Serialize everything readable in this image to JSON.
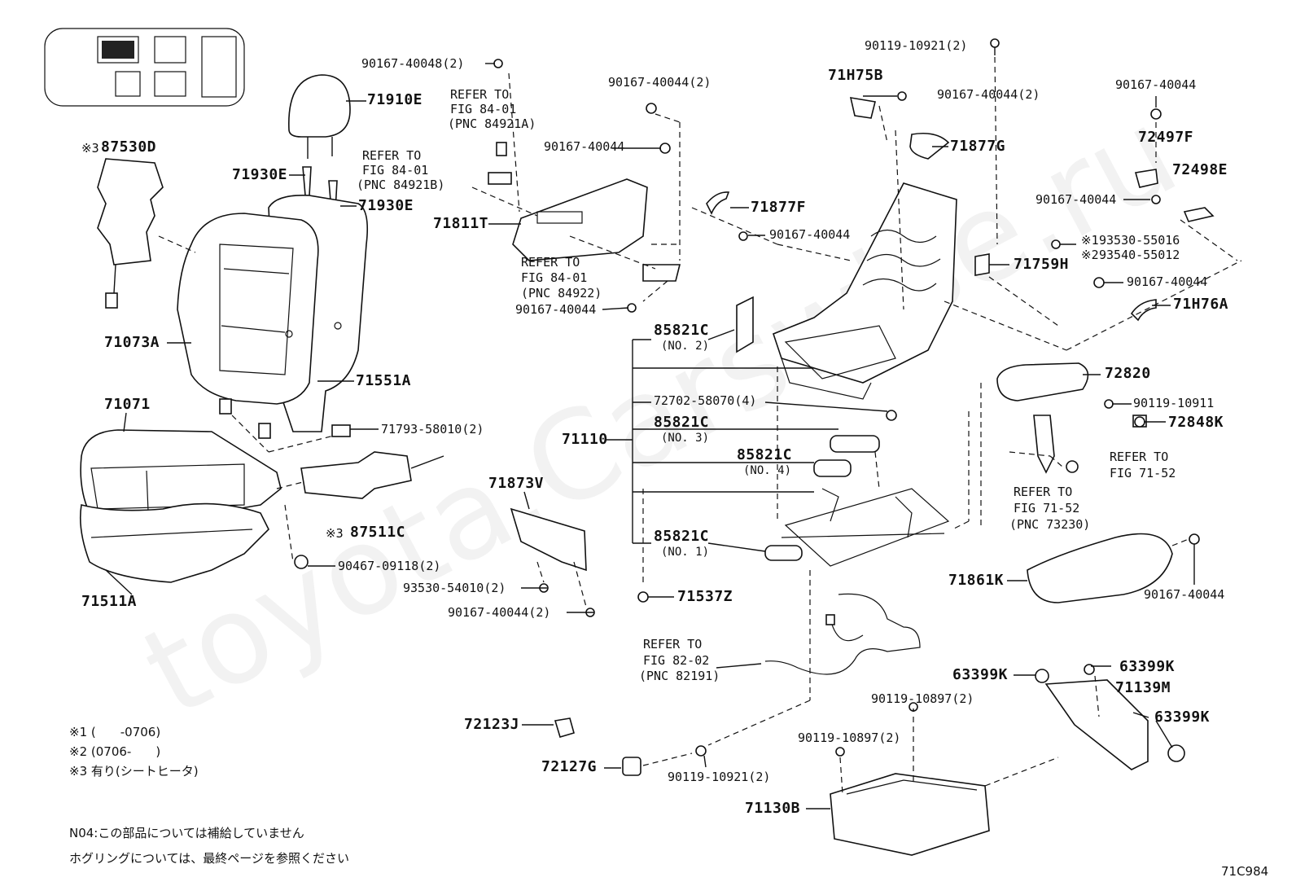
{
  "figure_id": "71C984",
  "watermark": "toyota.Carswise.ru",
  "parts": {
    "p71910E": "71910E",
    "p87530D": "87530D",
    "p87530D_mark": "※3",
    "p71930E_a": "71930E",
    "p71930E_b": "71930E",
    "p71073A": "71073A",
    "p71551A": "71551A",
    "p71071": "71071",
    "p71793": "71793-58010(2)",
    "p87511C": "87511C",
    "p87511C_mark": "※3",
    "p90467": "90467-09118(2)",
    "p71511A": "71511A",
    "p90167_40048": "90167-40048(2)",
    "ref1_l1": "REFER TO",
    "ref1_l2": "FIG 84-01",
    "ref1_l3": "(PNC 84921A)",
    "ref2_l1": "REFER TO",
    "ref2_l2": "FIG 84-01",
    "ref2_l3": "(PNC 84921B)",
    "p90167_44_a": "90167-40044(2)",
    "p90167_44_b": "90167-40044",
    "p71811T": "71811T",
    "ref3_l1": "REFER TO",
    "ref3_l2": "FIG 84-01",
    "ref3_l3": "(PNC 84922)",
    "p90167_44_c": "90167-40044",
    "p90119_10921_top": "90119-10921(2)",
    "p71H75B": "71H75B",
    "p90167_44_d": "90167-40044(2)",
    "p71877G": "71877G",
    "p71877F": "71877F",
    "p90167_44_e": "90167-40044",
    "p90167_44_f": "90167-40044",
    "p72497F": "72497F",
    "p72498E": "72498E",
    "p90167_44_g": "90167-40044",
    "p93530_55016": "93530-55016",
    "p93530_mark": "※1",
    "p93540_55012": "93540-55012",
    "p93540_mark": "※2",
    "p71759H": "71759H",
    "p90167_44_h": "90167-40044",
    "p71H76A": "71H76A",
    "p85821C_2": "85821C",
    "p85821C_2_no": "(NO. 2)",
    "p72702": "72702-58070(4)",
    "p85821C_3": "85821C",
    "p85821C_3_no": "(NO. 3)",
    "p71110": "71110",
    "p85821C_4": "85821C",
    "p85821C_4_no": "(NO. 4)",
    "p85821C_1": "85821C",
    "p85821C_1_no": "(NO. 1)",
    "p72820": "72820",
    "p90119_10911": "90119-10911",
    "p72848K": "72848K",
    "ref4_l1": "REFER TO",
    "ref4_l2": "FIG 71-52",
    "ref5_l1": "REFER TO",
    "ref5_l2": "FIG 71-52",
    "ref5_l3": "(PNC 73230)",
    "p71873V": "71873V",
    "p93530_54010": "93530-54010(2)",
    "p90167_44_i": "90167-40044(2)",
    "p71537Z": "71537Z",
    "p71861K": "71861K",
    "p90167_44_j": "90167-40044",
    "ref6_l1": "REFER TO",
    "ref6_l2": "FIG 82-02",
    "ref6_l3": "(PNC 82191)",
    "p63399K_a": "63399K",
    "p63399K_b": "63399K",
    "p71139M": "71139M",
    "p63399K_c": "63399K",
    "p90119_10897_a": "90119-10897(2)",
    "p90119_10897_b": "90119-10897(2)",
    "p72123J": "72123J",
    "p72127G": "72127G",
    "p90119_10921_b": "90119-10921(2)",
    "p71130B": "71130B"
  },
  "notes": {
    "n1": "※1 (　　-0706)",
    "n2": "※2 (0706-　　)",
    "n3": "※3 有り(シートヒータ)",
    "n4": "N04:この部品については補給していません",
    "n5": "ホグリングについては、最終ページを参照ください"
  }
}
